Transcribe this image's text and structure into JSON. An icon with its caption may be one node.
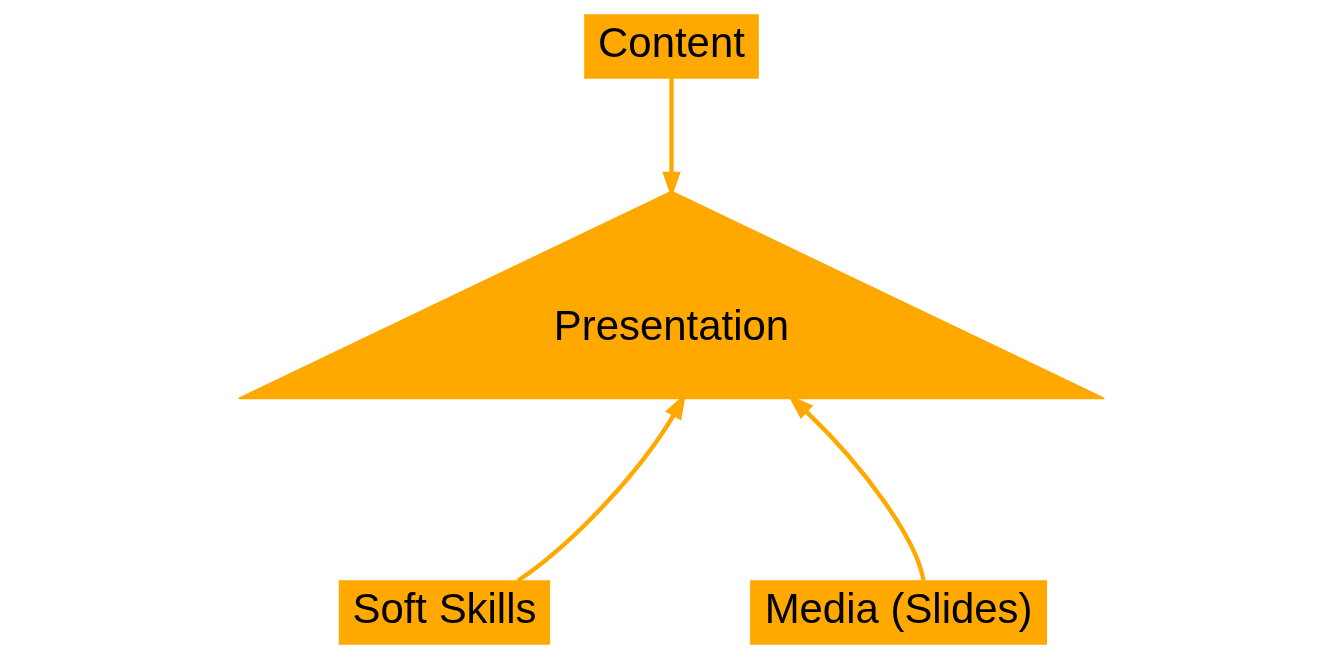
{
  "diagram": {
    "nodes": [
      {
        "text": [
          "Content"
        ]
      },
      {
        "text": [
          "Presentation"
        ]
      },
      {
        "text": [
          "Soft Skills"
        ]
      },
      {
        "text": [
          "Media (Slides)"
        ]
      }
    ],
    "edges": [
      {
        "from": 0,
        "to": 1,
        "arrow": "to"
      },
      {
        "from": 3,
        "to": 1,
        "arrow": "to"
      },
      {
        "from": 2,
        "to": 1,
        "arrow": "to"
      }
    ]
  }
}
